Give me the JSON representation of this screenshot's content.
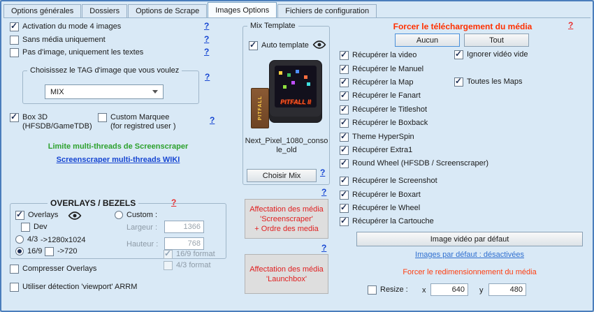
{
  "tabs": [
    {
      "label": "Options générales"
    },
    {
      "label": "Dossiers"
    },
    {
      "label": "Options de Scrape"
    },
    {
      "label": "Images Options"
    },
    {
      "label": "Fichiers de configuration"
    }
  ],
  "left": {
    "mode4": {
      "label": "Activation du mode 4 images",
      "checked": true,
      "help": "?"
    },
    "sans_media": {
      "label": "Sans média uniquement",
      "checked": false,
      "help": "?"
    },
    "pas_image": {
      "label": "Pas d'image, uniquement les textes",
      "checked": false,
      "help": "?"
    },
    "tag_group": {
      "title": "Choisissez le TAG d'image que vous voulez",
      "help": "?",
      "selected": "MIX"
    },
    "box3d": {
      "label": "Box 3D\n(HFSDB/GameTDB)",
      "checked": true
    },
    "custom_marquee": {
      "label": "Custom Marquee\n(for registred user )",
      "checked": false,
      "help": "?"
    },
    "limit_text": "Limite multi-threads de Screenscraper",
    "wiki_link": "Screenscraper multi-threads WIKI",
    "overlays": {
      "title": "OVERLAYS / BEZELS",
      "help": "?",
      "overlays_cb": {
        "label": "Overlays",
        "checked": true
      },
      "dev_cb": {
        "label": "Dev",
        "checked": false
      },
      "ratio43_rb": {
        "label": "4/3",
        "selected": false
      },
      "res1280_label": "->1280x1024",
      "ratio169_rb": {
        "label": "16/9",
        "selected": true
      },
      "res720_cb": {
        "label": "->720",
        "checked": false
      },
      "custom_rb": {
        "label": "Custom :",
        "selected": false
      },
      "largeur": {
        "label": "Largeur :",
        "value": "1366"
      },
      "hauteur": {
        "label": "Hauteur :",
        "value": "768"
      },
      "format169_cb": {
        "label": "16/9 format",
        "checked": true
      },
      "format43_cb": {
        "label": "4/3 format",
        "checked": false
      }
    },
    "compress_cb": {
      "label": "Compresser Overlays",
      "checked": false
    },
    "viewport_cb": {
      "label": "Utiliser détection 'viewport' ARRM",
      "checked": false
    }
  },
  "middle": {
    "group_title": "Mix Template",
    "auto_template": {
      "label": "Auto template",
      "checked": true
    },
    "preview_box_text": "PITFALL",
    "preview_logo": "PITFALL II",
    "caption": "Next_Pixel_1080_console_old",
    "choisir_mix_label": "Choisir Mix",
    "help_mix": "?",
    "help_screenscraper": "?",
    "help_launchbox": "?",
    "btn_screenscraper": "Affectation des média\n'Screenscraper'\n+ Ordre des media",
    "btn_launchbox": "Affectation des média\n'Launchbox'"
  },
  "right": {
    "force_title": "Forcer le téléchargement du média",
    "help": "?",
    "aucun_label": "Aucun",
    "tout_label": "Tout",
    "media_list_1": [
      {
        "label": "Récupérer la video",
        "checked": true
      },
      {
        "label": "Récupérer le Manuel",
        "checked": true
      },
      {
        "label": "Récupérer la Map",
        "checked": true
      },
      {
        "label": "Récupérer le Fanart",
        "checked": true
      },
      {
        "label": "Récupérer le Titleshot",
        "checked": true
      },
      {
        "label": "Récupérer le Boxback",
        "checked": true
      },
      {
        "label": "Theme HyperSpin",
        "checked": true
      },
      {
        "label": "Récupérer Extra1",
        "checked": true
      },
      {
        "label": "Round Wheel (HFSDB / Screenscraper)",
        "checked": true
      }
    ],
    "ignore_video_cb": {
      "label": "Ignorer vidéo vide",
      "checked": true
    },
    "all_maps_cb": {
      "label": "Toutes les Maps",
      "checked": true
    },
    "media_list_2": [
      {
        "label": "Récupérer le Screenshot",
        "checked": true
      },
      {
        "label": "Récupérer le Boxart",
        "checked": true
      },
      {
        "label": "Récupérer le Wheel",
        "checked": true
      },
      {
        "label": "Récupérer la Cartouche",
        "checked": true
      }
    ],
    "video_default_label": "Image vidéo par défaut",
    "defaults_link": "Images par défaut : désactivées",
    "resize_title": "Forcer le redimensionnement du média",
    "resize_cb": {
      "label": "Resize :",
      "checked": false
    },
    "x_label": "x",
    "x_value": "640",
    "y_label": "y",
    "y_value": "480"
  }
}
